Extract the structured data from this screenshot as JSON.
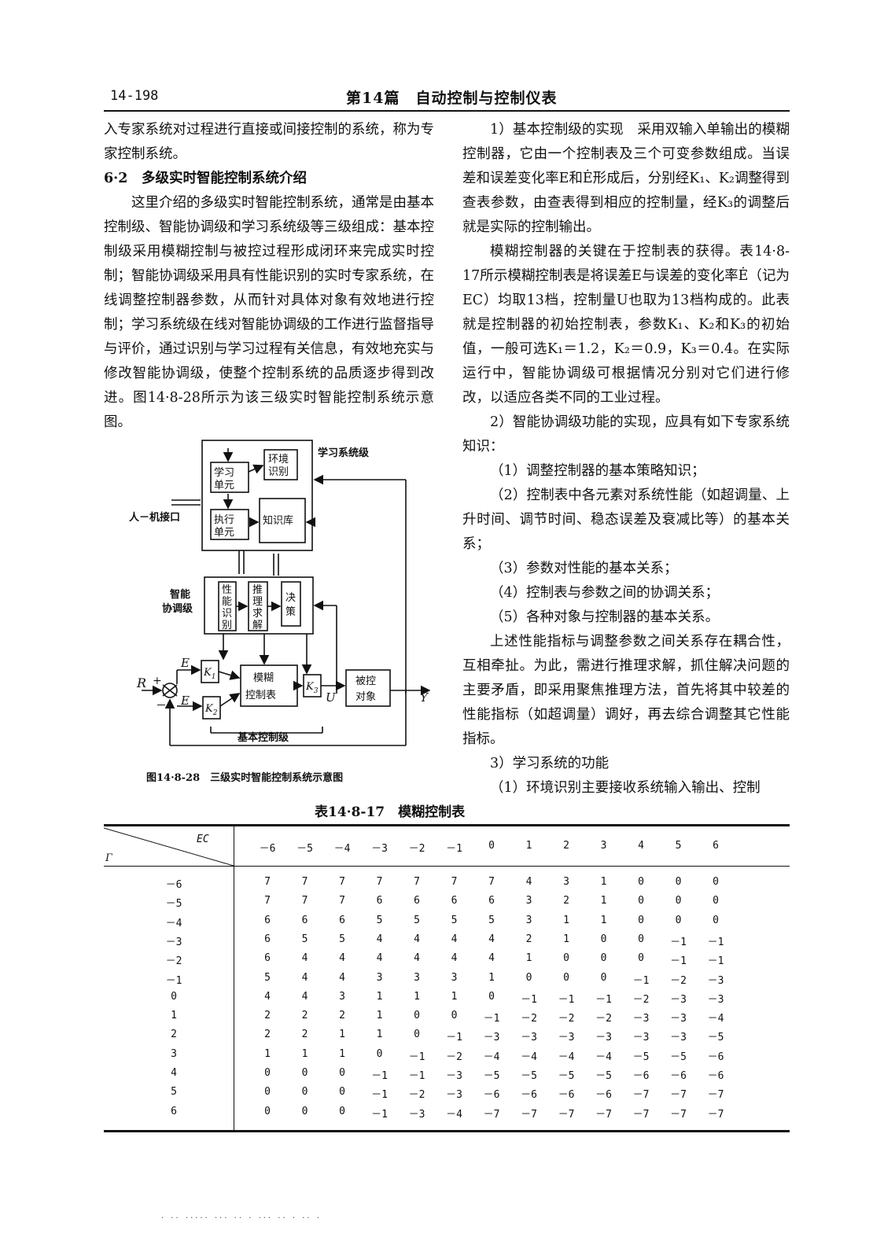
{
  "header": {
    "page_number": "14-198",
    "title": "第14篇　自动控制与控制仪表"
  },
  "left_column": {
    "p1": "入专家系统对过程进行直接或间接控制的系统，称为专家控制系统。",
    "section_heading": "6·2　多级实时智能控制系统介绍",
    "p2": "这里介绍的多级实时智能控制系统，通常是由基本控制级、智能协调级和学习系统级等三级组成：基本控制级采用模糊控制与被控过程形成闭环来完成实时控制；智能协调级采用具有性能识别的实时专家系统，在线调整控制器参数，从而针对具体对象有效地进行控制；学习系统级在线对智能协调级的工作进行监督指导与评价，通过识别与学习过程有关信息，有效地充实与修改智能协调级，使整个控制系统的品质逐步得到改进。图14·8-28所示为该三级实时智能控制系统示意图。"
  },
  "diagram": {
    "learning_unit": [
      "学习",
      "单元"
    ],
    "env_id": [
      "环境",
      "识别"
    ],
    "exec_unit": [
      "执行",
      "单元"
    ],
    "knowledge_base": "知识库",
    "learning_level": "学习系统级",
    "hmi": "人－机接口",
    "intel_level": [
      "智能",
      "协调级"
    ],
    "perf_id": [
      "性",
      "能",
      "识",
      "别"
    ],
    "reasoning": [
      "推",
      "理",
      "求",
      "解"
    ],
    "decision": [
      "决",
      "策"
    ],
    "fuzzy_table": [
      "模糊",
      "控制表"
    ],
    "plant": [
      "被控",
      "对象"
    ],
    "basic_level": "基本控制级",
    "sig_R": "R",
    "sig_plus": "+",
    "sig_minus": "－",
    "sig_E": "E",
    "sig_Edot": "E",
    "sig_U": "U",
    "sig_Y": "Y",
    "K1": "K",
    "K1_sub": "1",
    "K2": "K",
    "K2_sub": "2",
    "K3": "K",
    "K3_sub": "3"
  },
  "figure_caption": "图14·8-28　三级实时智能控制系统示意图",
  "right_column": {
    "p1": "1）基本控制级的实现　采用双输入单输出的模糊控制器，它由一个控制表及三个可变参数组成。当误差和误差变化率E和Ė形成后，分别经K₁、K₂调整得到查表参数，由查表得到相应的控制量，经K₃的调整后就是实际的控制输出。",
    "p2": "模糊控制器的关键在于控制表的获得。表14·8-17所示模糊控制表是将误差E与误差的变化率Ė（记为EC）均取13档，控制量U也取为13档构成的。此表就是控制器的初始控制表，参数K₁、K₂和K₃的初始值，一般可选K₁＝1.2，K₂＝0.9，K₃＝0.4。在实际运行中，智能协调级可根据情况分别对它们进行修改，以适应各类不同的工业过程。",
    "p3": "2）智能协调级功能的实现，应具有如下专家系统知识：",
    "items": [
      "（1）调整控制器的基本策略知识；",
      "（2）控制表中各元素对系统性能（如超调量、上升时间、调节时间、稳态误差及衰减比等）的基本关系；",
      "（3）参数对性能的基本关系；",
      "（4）控制表与参数之间的协调关系；",
      "（5）各种对象与控制器的基本关系。"
    ],
    "p4": "上述性能指标与调整参数之间关系存在耦合性，互相牵扯。为此，需进行推理求解，抓住解决问题的主要矛盾，即采用聚焦推理方法，首先将其中较差的性能指标（如超调量）调好，再去综合调整其它性能指标。",
    "p5": "3）学习系统的功能",
    "p6": "（1）环境识别主要接收系统输入输出、控制"
  },
  "table": {
    "title": "表14·8-17　模糊控制表",
    "corner_top": "EC",
    "corner_bottom": "Г",
    "columns": [
      "－6",
      "－5",
      "－4",
      "－3",
      "－2",
      "－1",
      "0",
      "1",
      "2",
      "3",
      "4",
      "5",
      "6"
    ],
    "rows": [
      {
        "label": "－6",
        "values": [
          "7",
          "7",
          "7",
          "7",
          "7",
          "7",
          "7",
          "4",
          "3",
          "1",
          "0",
          "0",
          "0"
        ]
      },
      {
        "label": "－5",
        "values": [
          "7",
          "7",
          "7",
          "6",
          "6",
          "6",
          "6",
          "3",
          "2",
          "1",
          "0",
          "0",
          "0"
        ]
      },
      {
        "label": "－4",
        "values": [
          "6",
          "6",
          "6",
          "5",
          "5",
          "5",
          "5",
          "3",
          "1",
          "1",
          "0",
          "0",
          "0"
        ]
      },
      {
        "label": "－3",
        "values": [
          "6",
          "5",
          "5",
          "4",
          "4",
          "4",
          "4",
          "2",
          "1",
          "0",
          "0",
          "－1",
          "－1"
        ]
      },
      {
        "label": "－2",
        "values": [
          "6",
          "4",
          "4",
          "4",
          "4",
          "4",
          "4",
          "1",
          "0",
          "0",
          "0",
          "－1",
          "－1"
        ]
      },
      {
        "label": "－1",
        "values": [
          "5",
          "4",
          "4",
          "3",
          "3",
          "3",
          "1",
          "0",
          "0",
          "0",
          "－1",
          "－2",
          "－3"
        ]
      },
      {
        "label": "0",
        "values": [
          "4",
          "4",
          "3",
          "1",
          "1",
          "1",
          "0",
          "－1",
          "－1",
          "－1",
          "－2",
          "－3",
          "－3"
        ]
      },
      {
        "label": "1",
        "values": [
          "2",
          "2",
          "2",
          "1",
          "0",
          "0",
          "－1",
          "－2",
          "－2",
          "－2",
          "－3",
          "－3",
          "－4"
        ]
      },
      {
        "label": "2",
        "values": [
          "2",
          "2",
          "1",
          "1",
          "0",
          "－1",
          "－3",
          "－3",
          "－3",
          "－3",
          "－3",
          "－3",
          "－5"
        ]
      },
      {
        "label": "3",
        "values": [
          "1",
          "1",
          "1",
          "0",
          "－1",
          "－2",
          "－4",
          "－4",
          "－4",
          "－4",
          "－5",
          "－5",
          "－6"
        ]
      },
      {
        "label": "4",
        "values": [
          "0",
          "0",
          "0",
          "－1",
          "－1",
          "－3",
          "－5",
          "－5",
          "－5",
          "－5",
          "－6",
          "－6",
          "－6"
        ]
      },
      {
        "label": "5",
        "values": [
          "0",
          "0",
          "0",
          "－1",
          "－2",
          "－3",
          "－6",
          "－6",
          "－6",
          "－6",
          "－7",
          "－7",
          "－7"
        ]
      },
      {
        "label": "6",
        "values": [
          "0",
          "0",
          "0",
          "－1",
          "－3",
          "－4",
          "－7",
          "－7",
          "－7",
          "－7",
          "－7",
          "－7",
          "－7"
        ]
      }
    ]
  }
}
